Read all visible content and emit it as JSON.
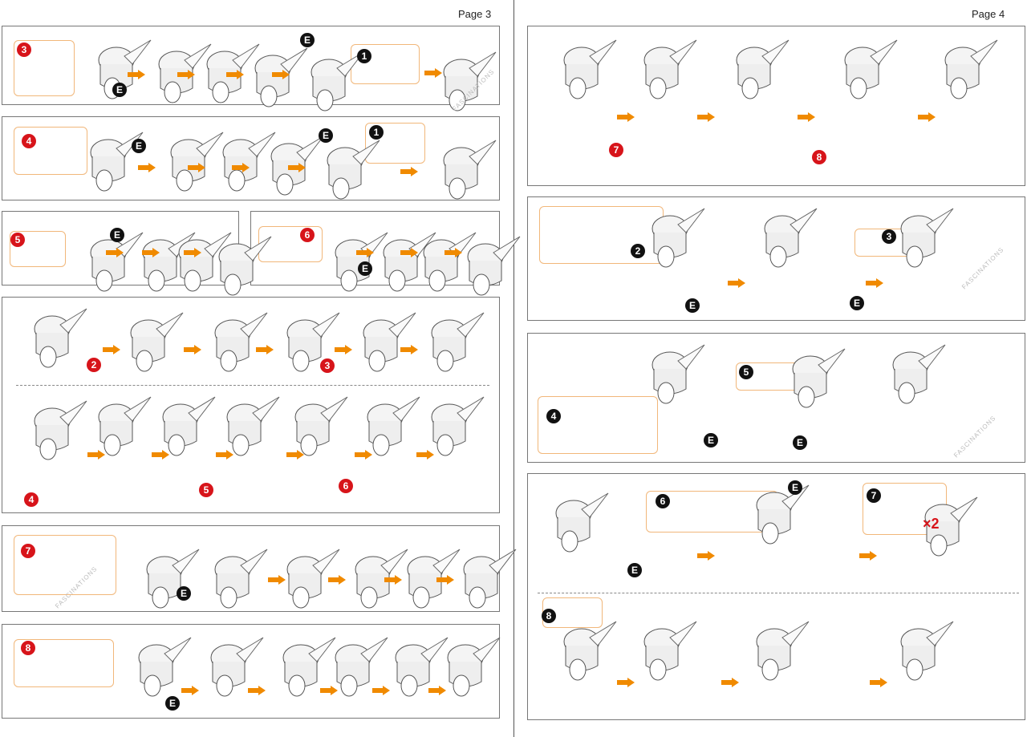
{
  "pages": [
    {
      "label": "Page 3"
    },
    {
      "label": "Page 4"
    }
  ],
  "labels": {
    "e_part": "E",
    "times_two": "×2",
    "watermark": "FASCINATIONS"
  },
  "page3": {
    "steps": [
      "3",
      "1",
      "4",
      "1",
      "5",
      "6",
      "2",
      "3",
      "4",
      "5",
      "6",
      "7",
      "8"
    ]
  },
  "page4": {
    "steps": [
      "7",
      "8",
      "2",
      "3",
      "4",
      "5",
      "6",
      "7",
      "8"
    ]
  },
  "colors": {
    "red": "#d7141a",
    "black": "#111111",
    "orange": "#f08a00",
    "callout_border": "#f1b77a",
    "blue": "#1e9be0",
    "green": "#1a9a3a"
  }
}
